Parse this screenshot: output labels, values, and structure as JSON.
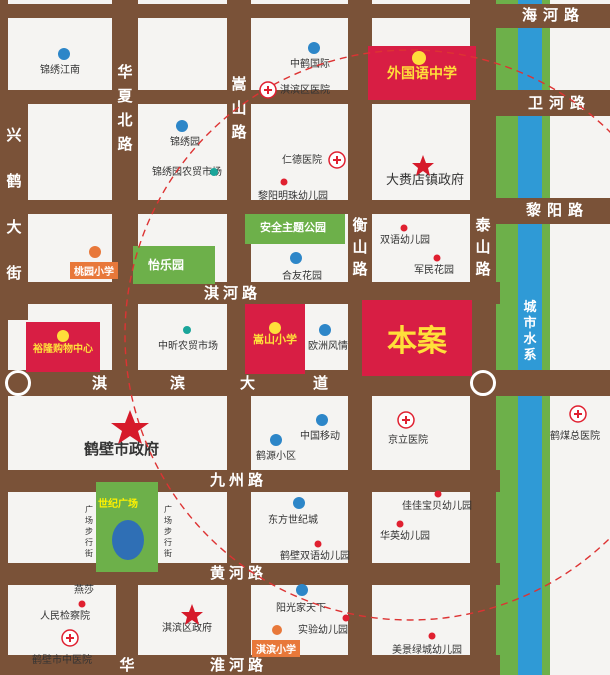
{
  "roads_horizontal": {
    "haihe": "海河路",
    "weihe": "卫河路",
    "liyang": "黎阳路",
    "qihe": "淇河路",
    "qibin": [
      "淇",
      "滨",
      "大",
      "道"
    ],
    "jiuzhou": "九州路",
    "huanghe": "黄河路",
    "huaihe": "淮河路"
  },
  "roads_vertical": {
    "huaxia_bei": "华夏北路",
    "songshan": "嵩山路",
    "hengshan": "衡山路",
    "taishan": "泰山路",
    "xinghe_dajie": "兴鹤大街",
    "hua": "华"
  },
  "river": "城市水系",
  "highlight": {
    "project": "本案",
    "foreign_school": "外国语中学",
    "songshan_school": "嵩山小学",
    "yulong_mall": "裕隆购物中心",
    "taoyuan_school": "桃园小学",
    "qibin_school": "淇滨小学"
  },
  "greens": {
    "yileyuan": "怡乐园",
    "safety_park": "安全主题公园",
    "century_square": "世纪广场",
    "walk_street_left": "广场步行街",
    "walk_street_right": "广场步行街"
  },
  "poi": {
    "jinxiu_jiangnan": "锦绣江南",
    "zhonghe_guoji": "中鹤国际",
    "qibin_hospital": "淇滨区医院",
    "jinxiu_yuan": "锦绣园",
    "jinxiu_market": "锦绣园农贸市场",
    "rende_hospital": "仁德医院",
    "liyang_kindergarten": "黎阳明珠幼儿园",
    "dalai_town_gov": "大赉店镇政府",
    "shuangyu_kindergarten": "双语幼儿园",
    "junmin_garden": "军民花园",
    "hehe_garden": "合友花园",
    "zhongxin_market": "中昕农贸市场",
    "ouzhou_fengqing": "欧洲风情",
    "hebi_gov": "鹤壁市政府",
    "china_mobile": "中国移动",
    "heyuan_xiaoqu": "鹤源小区",
    "jingli_hospital": "京立医院",
    "hemei_hospital": "鹤煤总医院",
    "dongfang_shiji": "东方世纪城",
    "jiajia_kindergarten": "佳佳宝贝幼儿园",
    "huaying_kindergarten": "华英幼儿园",
    "hebi_shuangyu_kindergarten": "鹤壁双语幼儿园",
    "yansha": "燕莎",
    "jianchayuan": "人民检察院",
    "zhongyi_hospital": "鹤壁市中医院",
    "qibin_gov": "淇滨区政府",
    "yangguang": "阳光家天下",
    "shiyan_kindergarten": "实验幼儿园",
    "meijing_kindergarten": "美景绿城幼儿园"
  },
  "colors": {
    "road": "#7a5238",
    "river": "#2f9ad6",
    "green": "#6db04a",
    "highlight_red": "#d81e44",
    "highlight_text": "#ffdf3a",
    "marker_red": "#e02030",
    "marker_blue": "#2d86c8",
    "marker_teal": "#1aa59a"
  }
}
